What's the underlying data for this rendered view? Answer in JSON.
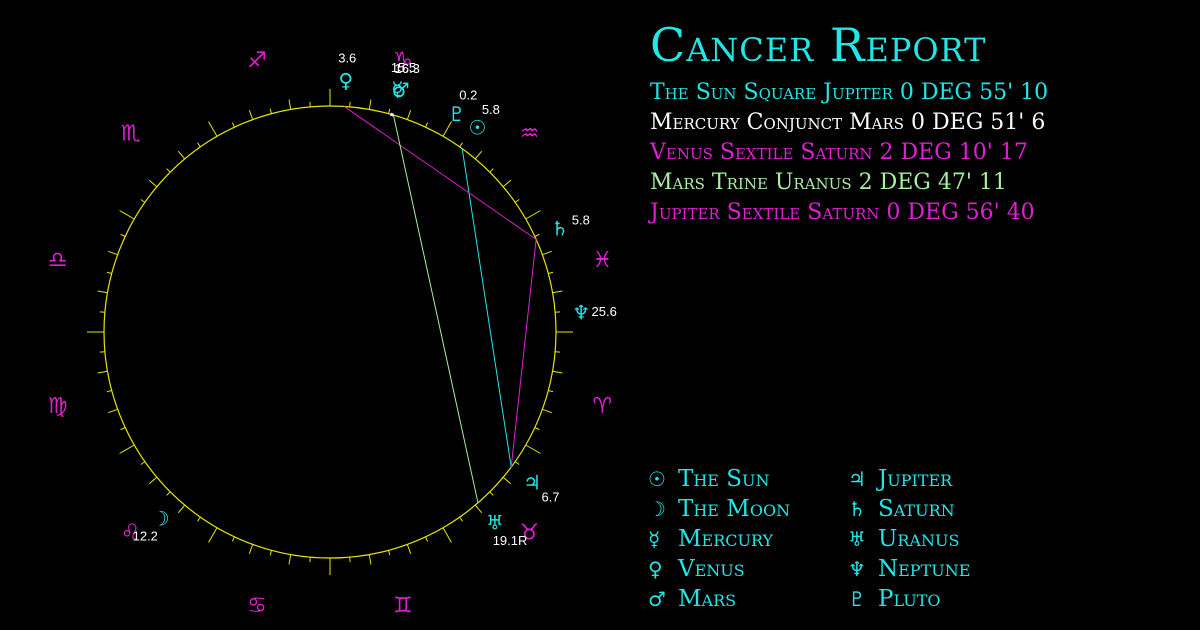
{
  "title": "Cancer Report",
  "colors": {
    "cyan": "#22e6e6",
    "magenta": "#e020d0",
    "white": "#ffffff",
    "green": "#a8f0a0",
    "yellow": "#e6e600",
    "label": "#ffffff"
  },
  "aspects": [
    {
      "text": "The Sun Square Jupiter 0 DEG 55' 10",
      "color": "#22e6e6"
    },
    {
      "text": "Mercury Conjunct Mars 0 DEG 51' 6",
      "color": "#ffffff"
    },
    {
      "text": "Venus Sextile Saturn 2 DEG 10' 17",
      "color": "#e020d0"
    },
    {
      "text": "Mars Trine Uranus 2 DEG 47' 11",
      "color": "#a8f0a0"
    },
    {
      "text": "Jupiter Sextile Saturn 0 DEG 56' 40",
      "color": "#e020d0"
    }
  ],
  "legend": [
    {
      "glyph": "☉",
      "name": "The Sun",
      "icon": "sun-icon"
    },
    {
      "glyph": "☽",
      "name": "The Moon",
      "icon": "moon-icon"
    },
    {
      "glyph": "☿",
      "name": "Mercury",
      "icon": "mercury-icon"
    },
    {
      "glyph": "♀",
      "name": "Venus",
      "icon": "venus-icon"
    },
    {
      "glyph": "♂",
      "name": "Mars",
      "icon": "mars-icon"
    },
    {
      "glyph": "♃",
      "name": "Jupiter",
      "icon": "jupiter-icon"
    },
    {
      "glyph": "♄",
      "name": "Saturn",
      "icon": "saturn-icon"
    },
    {
      "glyph": "♅",
      "name": "Uranus",
      "icon": "uranus-icon"
    },
    {
      "glyph": "♆",
      "name": "Neptune",
      "icon": "neptune-icon"
    },
    {
      "glyph": "♇",
      "name": "Pluto",
      "icon": "pluto-icon"
    }
  ],
  "zodiac": [
    {
      "glyph": "♋",
      "icon": "cancer-icon",
      "lon": 105
    },
    {
      "glyph": "♌",
      "icon": "leo-icon",
      "lon": 135
    },
    {
      "glyph": "♍",
      "icon": "virgo-icon",
      "lon": 165
    },
    {
      "glyph": "♎",
      "icon": "libra-icon",
      "lon": 195
    },
    {
      "glyph": "♏",
      "icon": "scorpio-icon",
      "lon": 225
    },
    {
      "glyph": "♐",
      "icon": "sagittarius-icon",
      "lon": 255
    },
    {
      "glyph": "♑",
      "icon": "capricorn-icon",
      "lon": 285
    },
    {
      "glyph": "♒",
      "icon": "aquarius-icon",
      "lon": 315
    },
    {
      "glyph": "♓",
      "icon": "pisces-icon",
      "lon": 345
    },
    {
      "glyph": "♈",
      "icon": "aries-icon",
      "lon": 15
    },
    {
      "glyph": "♉",
      "icon": "taurus-icon",
      "lon": 45
    },
    {
      "glyph": "♊",
      "icon": "gemini-icon",
      "lon": 75
    }
  ],
  "planets": [
    {
      "key": "sun",
      "glyph": "☉",
      "icon": "sun-icon",
      "degree": "5.8",
      "lon": 305.8
    },
    {
      "key": "moon",
      "glyph": "☽",
      "icon": "moon-icon",
      "degree": "12.2",
      "lon": 132.2
    },
    {
      "key": "mercury",
      "glyph": "☿",
      "icon": "mercury-icon",
      "degree": "15.5",
      "lon": 285.5
    },
    {
      "key": "venus",
      "glyph": "♀",
      "icon": "venus-icon",
      "degree": "3.6",
      "lon": 273.6
    },
    {
      "key": "mars",
      "glyph": "♂",
      "icon": "mars-icon",
      "degree": "16.3",
      "lon": 286.3
    },
    {
      "key": "jupiter",
      "glyph": "♃",
      "icon": "jupiter-icon",
      "degree": "6.7",
      "lon": 36.7
    },
    {
      "key": "saturn",
      "glyph": "♄",
      "icon": "saturn-icon",
      "degree": "5.8",
      "lon": 335.8
    },
    {
      "key": "uranus",
      "glyph": "♅",
      "icon": "uranus-icon",
      "degree": "19.1R",
      "lon": 49.1
    },
    {
      "key": "neptune",
      "glyph": "♆",
      "icon": "neptune-icon",
      "degree": "25.6",
      "lon": 355.6
    },
    {
      "key": "pluto",
      "glyph": "♇",
      "icon": "pluto-icon",
      "degree": "0.2",
      "lon": 300.2
    }
  ],
  "aspect_lines": [
    {
      "from": "sun",
      "to": "jupiter",
      "color": "#22e6e6"
    },
    {
      "from": "mercury",
      "to": "mars",
      "color": "#ffffff"
    },
    {
      "from": "venus",
      "to": "saturn",
      "color": "#e020d0"
    },
    {
      "from": "mars",
      "to": "uranus",
      "color": "#a8f0a0"
    },
    {
      "from": "jupiter",
      "to": "saturn",
      "color": "#e020d0"
    }
  ]
}
